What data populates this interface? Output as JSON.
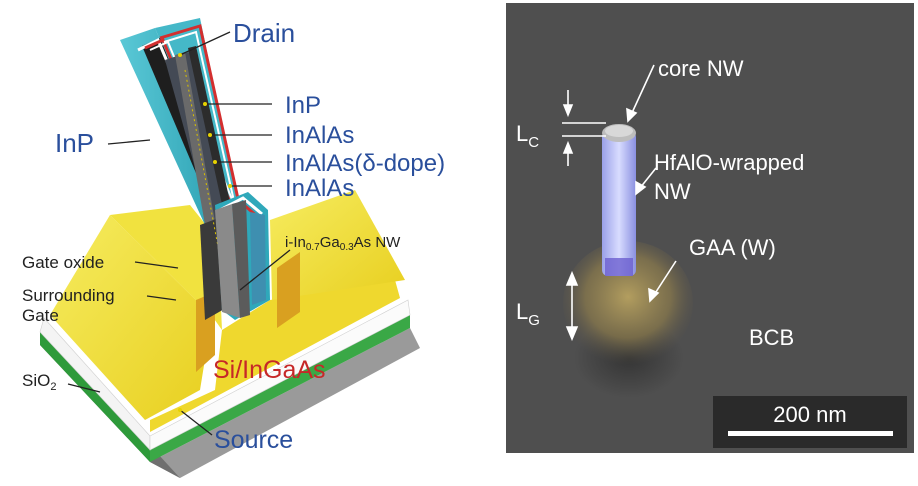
{
  "schematic": {
    "labels": {
      "drain": "Drain",
      "inp_outer": "InP",
      "inp_layer": "InP",
      "inalas_1": "InAlAs",
      "inalas_delta": "InAlAs(δ-dope)",
      "inalas_2": "InAlAs",
      "nanowire_core": {
        "prefix": "i-In",
        "sub1": "0.7",
        "mid": "Ga",
        "sub2": "0.3",
        "suffix": "As NW"
      },
      "gate_oxide": "Gate oxide",
      "surrounding_gate_line1": "Surrounding",
      "surrounding_gate_line2": "Gate",
      "sio2": {
        "prefix": "SiO",
        "sub": "2"
      },
      "si_ingaas": "Si/InGaAs",
      "source": "Source"
    },
    "colors": {
      "label_blue": "#2a4f9c",
      "label_red": "#c62828",
      "gate_yellow": "#f4e542",
      "inp_cyan": "#3bb4c4",
      "sio2_green": "#2e9a3a",
      "substrate_gray": "#8c8c8c"
    }
  },
  "sem": {
    "labels": {
      "core_nw": "core NW",
      "lc": {
        "main": "L",
        "sub": "C"
      },
      "hfalo_line1": "HfAlO-wrapped",
      "hfalo_line2": "NW",
      "gaa": "GAA (W)",
      "lg": {
        "main": "L",
        "sub": "G"
      },
      "bcb": "BCB",
      "scalebar": "200 nm"
    },
    "colors": {
      "background": "#4f4f4f",
      "nanowire": "#aab0f0",
      "gate": "#b09a55"
    }
  }
}
